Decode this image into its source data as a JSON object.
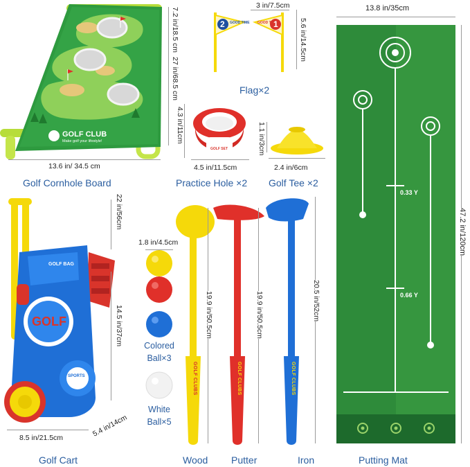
{
  "cornhole": {
    "label": "Golf Cornhole Board",
    "width": "13.6 in/ 34.5 cm",
    "hole_spacing": "7.2 in/18.5 cm",
    "height": "27 in/68.5 cm",
    "logo": "GOLF CLUB",
    "slogan": "Make golf your lifestyle!"
  },
  "flag": {
    "label": "Flag×2",
    "width": "3 in/7.5cm",
    "height": "5.6 in/14.5cm",
    "left_text": "GOOD TIME",
    "left_num": "2",
    "right_text": "GOOD TIME",
    "right_num": "1"
  },
  "practice_hole": {
    "label": "Practice Hole ×2",
    "width": "4.5 in/11.5cm",
    "height": "4.3 in/11cm",
    "sticker": "GOLF SET"
  },
  "golf_tee": {
    "label": "Golf Tee ×2",
    "width": "2.4 in/6cm",
    "height": "1.1 in/3cm"
  },
  "golf_cart": {
    "label": "Golf Cart",
    "width": "8.5 in/21.5cm",
    "depth": "5.4 in/14cm",
    "height": "22 in/56cm",
    "body_height": "14.5 in/37cm",
    "bag_text": "GOLF BAG",
    "golf_text": "GOLF",
    "sticker": "SPORTS"
  },
  "balls": {
    "diameter": "1.8 in/4.5cm",
    "colored_label": "Colored\nBall×3",
    "white_label": "White\nBall×5"
  },
  "clubs": {
    "wood_label": "Wood",
    "wood_length": "19.9 in/50.5cm",
    "putter_label": "Putter",
    "putter_length": "19.9 in/50.5cm",
    "iron_label": "Iron",
    "iron_length": "20.5 in/52cm",
    "grip_text": "GOLF CLUBS"
  },
  "putting_mat": {
    "label": "Putting Mat",
    "width": "13.8 in/35cm",
    "length": "47.2 in/120cm",
    "mark_1": "0.33 Y",
    "mark_2": "0.66 Y"
  },
  "colors": {
    "label_blue": "#2a5d9f",
    "mat_green": "#2e8b3a",
    "red": "#d9342b",
    "yellow": "#f5d90a",
    "blue": "#1f6fd6"
  }
}
